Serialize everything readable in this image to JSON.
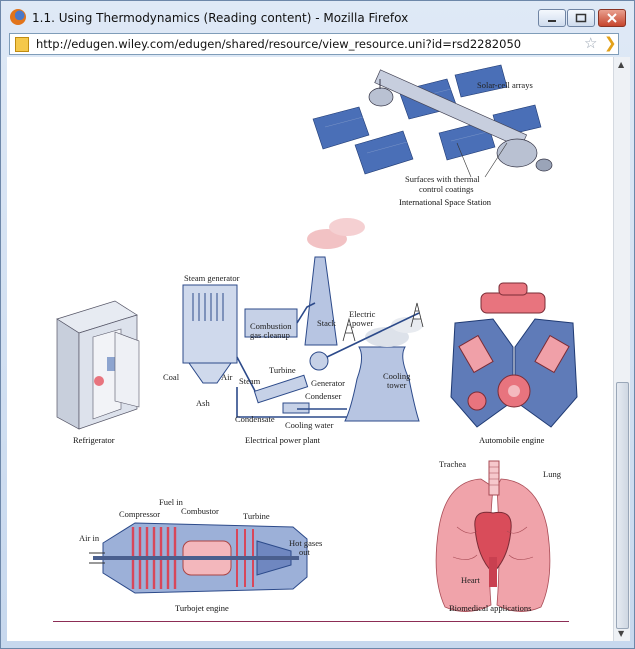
{
  "window": {
    "title": "1.1. Using Thermodynamics  (Reading content) - Mozilla Firefox",
    "url": "http://edugen.wiley.com/edugen/shared/resource/view_resource.uni?id=rsd2282050"
  },
  "figure": {
    "space_station": {
      "caption": "International Space Station",
      "labels": {
        "solar": "Solar-cell arrays",
        "surfaces": "Surfaces with thermal",
        "surfaces2": "control coatings"
      }
    },
    "refrigerator": {
      "caption": "Refrigerator"
    },
    "power_plant": {
      "caption": "Electrical power plant",
      "labels": {
        "steam_gen": "Steam generator",
        "combustion": "Combustion",
        "gas_cleanup": "gas cleanup",
        "stack": "Stack",
        "electric": "Electric",
        "power": "power",
        "coal": "Coal",
        "air": "Air",
        "ash": "Ash",
        "steam": "Steam",
        "turbine": "Turbine",
        "generator": "Generator",
        "condenser": "Condenser",
        "condensate": "Condensate",
        "cooling_water": "Cooling water",
        "cooling": "Cooling",
        "tower": "tower"
      }
    },
    "auto_engine": {
      "caption": "Automobile engine"
    },
    "turbojet": {
      "caption": "Turbojet engine",
      "labels": {
        "fuel_in": "Fuel in",
        "compressor": "Compressor",
        "combustor": "Combustor",
        "turbine": "Turbine",
        "air_in": "Air in",
        "hot_gases": "Hot gases",
        "out": "out"
      }
    },
    "biomedical": {
      "caption": "Biomedical applications",
      "labels": {
        "trachea": "Trachea",
        "lung": "Lung",
        "heart": "Heart"
      }
    }
  },
  "colors": {
    "accent_rule": "#8c2d55",
    "diagram_blue": "#3b5fa5",
    "diagram_red": "#e8747e"
  }
}
